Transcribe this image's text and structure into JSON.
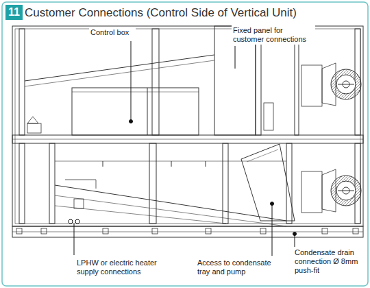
{
  "diagram": {
    "title": "Customer Connections (Control Side of Vertical Unit)",
    "nodes": [
      {
        "text": [
          "11"
        ]
      }
    ],
    "labels": [
      "Control box",
      "Fixed panel for customer connections",
      "LPHW or electric heater supply connections",
      "Access to condensate tray and pump",
      "Condensate drain connection Ø 8mm push-fit"
    ]
  }
}
